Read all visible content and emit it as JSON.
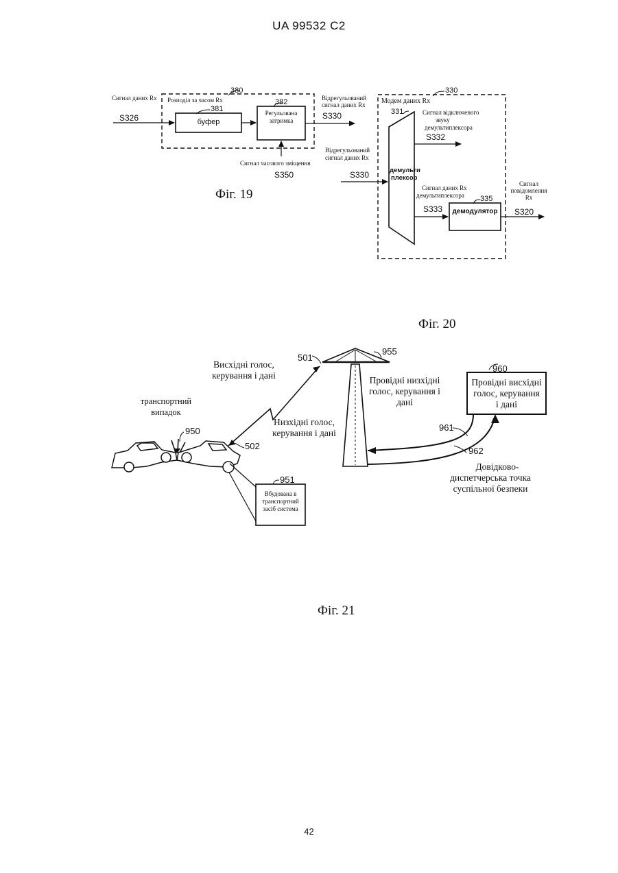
{
  "header": "UA   99532   C2",
  "page_number": "42",
  "fig19": {
    "caption": "Фіг. 19",
    "input_label": "Сигнал даних Rx",
    "input_signal": "S326",
    "group_label": "Розподіл за часом Rx",
    "group_num": "380",
    "buffer_num": "381",
    "buffer_label": "буфер",
    "delay_num": "382",
    "delay_label_1": "Регульована",
    "delay_label_2": "затримка",
    "output_label_1": "Відрегульований",
    "output_label_2": "сигнал даних Rx",
    "output_signal": "S330",
    "offset_label": "Сигнал часового зміщення",
    "offset_signal": "S350"
  },
  "fig20": {
    "caption": "Фіг. 20",
    "group_label": "Модем даних Rx",
    "group_num": "330",
    "demux_num": "331",
    "demux_label_1": "демульти",
    "demux_label_2": "плексор",
    "muted_label_1": "Сигнал відключеного",
    "muted_label_2": "звуку",
    "muted_label_3": "демультиплексора",
    "muted_signal": "S332",
    "input_label_1": "Відрегульований",
    "input_label_2": "сигнал даних Rx",
    "input_signal": "S330",
    "data_label_1": "Сигнал даних Rx",
    "data_label_2": "демультиплексора",
    "data_signal": "S333",
    "demod_num": "335",
    "demod_label": "демодулятор",
    "out_label_1": "Сигнал",
    "out_label_2": "повідомлення",
    "out_label_3": "Rx",
    "out_signal": "S320"
  },
  "fig21": {
    "caption": "Фіг. 21",
    "uplink_1": "Висхідні голос,",
    "uplink_2": "керування і дані",
    "uplink_num": "501",
    "tower_num": "955",
    "wired_down_1": "Провідні низхідні",
    "wired_down_2": "голос, керування і",
    "wired_down_3": "дані",
    "psap_num": "960",
    "psap_box_1": "Провідні висхідні",
    "psap_box_2": "голос, керування",
    "psap_box_3": "і дані",
    "accident_1": "транспортний",
    "accident_2": "випадок",
    "accident_num": "950",
    "downlink_1": "Низхідні голос,",
    "downlink_2": "керування і дані",
    "downlink_num": "502",
    "wire_up_num": "961",
    "wire_down_num": "962",
    "psap_1": "Довідково-",
    "psap_2": "диспетчерська точка",
    "psap_3": "суспільної безпеки",
    "ivs_num": "951",
    "ivs_1": "Вбудована в",
    "ivs_2": "транспортний",
    "ivs_3": "засіб система"
  }
}
